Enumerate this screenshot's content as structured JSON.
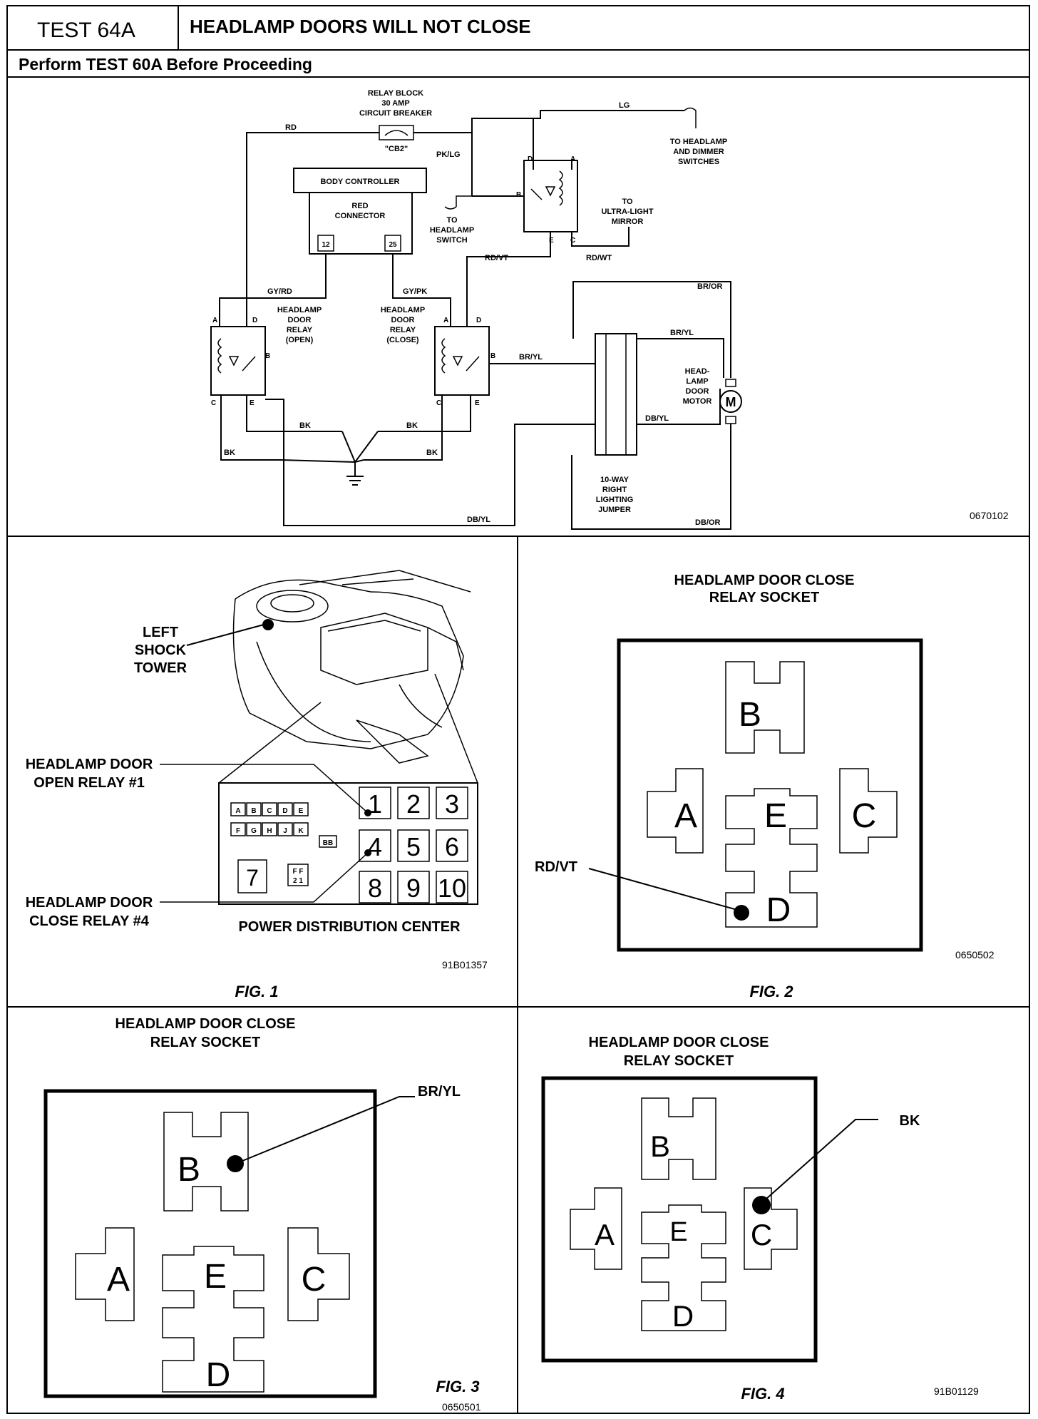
{
  "header": {
    "test_id": "TEST 64A",
    "title": "HEADLAMP DOORS WILL NOT CLOSE",
    "subtitle": "Perform TEST 60A Before Proceeding"
  },
  "schematic": {
    "relay_block_lines": [
      "RELAY BLOCK",
      "30 AMP",
      "CIRCUIT BREAKER"
    ],
    "cb2": "\"CB2\"",
    "body_controller": "BODY CONTROLLER",
    "red_connector_lines": [
      "RED",
      "CONNECTOR"
    ],
    "pin_12": "12",
    "pin_25": "25",
    "open_relay_lines": [
      "HEADLAMP",
      "DOOR",
      "RELAY",
      "(OPEN)"
    ],
    "close_relay_lines": [
      "HEADLAMP",
      "DOOR",
      "RELAY",
      "(CLOSE)"
    ],
    "to_headlamp_switch_lines": [
      "TO",
      "HEADLAMP",
      "SWITCH"
    ],
    "to_dimmer_lines": [
      "TO HEADLAMP",
      "AND DIMMER",
      "SWITCHES"
    ],
    "to_mirror_lines": [
      "TO",
      "ULTRA-LIGHT",
      "MIRROR"
    ],
    "motor_lines": [
      "HEAD-",
      "LAMP",
      "DOOR",
      "MOTOR"
    ],
    "motor_symbol": "M",
    "jumper_lines": [
      "10-WAY",
      "RIGHT",
      "LIGHTING",
      "JUMPER"
    ],
    "wire_rd": "RD",
    "wire_lg": "LG",
    "wire_pklg": "PK/LG",
    "wire_gyrd": "GY/RD",
    "wire_gypk": "GY/PK",
    "wire_rdvt": "RD/VT",
    "wire_rdwt": "RD/WT",
    "wire_bror": "BR/OR",
    "wire_bryl": "BR/YL",
    "wire_dbyl": "DB/YL",
    "wire_dbor": "DB/OR",
    "wire_bk": "BK",
    "pin_a": "A",
    "pin_b": "B",
    "pin_c": "C",
    "pin_d": "D",
    "pin_e": "E",
    "code": "0670102"
  },
  "fig1": {
    "left_shock_lines": [
      "LEFT",
      "SHOCK",
      "TOWER"
    ],
    "open_relay_lines": [
      "HEADLAMP DOOR",
      "OPEN RELAY #1"
    ],
    "close_relay_lines": [
      "HEADLAMP DOOR",
      "CLOSE RELAY #4"
    ],
    "pdc_label": "POWER DISTRIBUTION CENTER",
    "fuse_top": [
      "A",
      "B",
      "C",
      "D",
      "E"
    ],
    "fuse_bottom": [
      "F",
      "G",
      "H",
      "J",
      "K"
    ],
    "bb": "BB",
    "relay_numbers": [
      "1",
      "2",
      "3",
      "4",
      "5",
      "6",
      "8",
      "9",
      "10"
    ],
    "relay7": "7",
    "ff_top": "F F",
    "ff_bottom": "2 1",
    "code": "91B01357",
    "caption": "FIG. 1"
  },
  "fig2": {
    "title_lines": [
      "HEADLAMP DOOR CLOSE",
      "RELAY SOCKET"
    ],
    "callout": "RD/VT",
    "code": "0650502",
    "caption": "FIG. 2"
  },
  "fig3": {
    "title_lines": [
      "HEADLAMP DOOR CLOSE",
      "RELAY SOCKET"
    ],
    "callout": "BR/YL",
    "code": "0650501",
    "caption": "FIG. 3"
  },
  "fig4": {
    "title_lines": [
      "HEADLAMP DOOR CLOSE",
      "RELAY SOCKET"
    ],
    "callout": "BK",
    "code": "91B01129",
    "caption": "FIG. 4"
  },
  "socket_letters": [
    "A",
    "B",
    "C",
    "D",
    "E"
  ]
}
